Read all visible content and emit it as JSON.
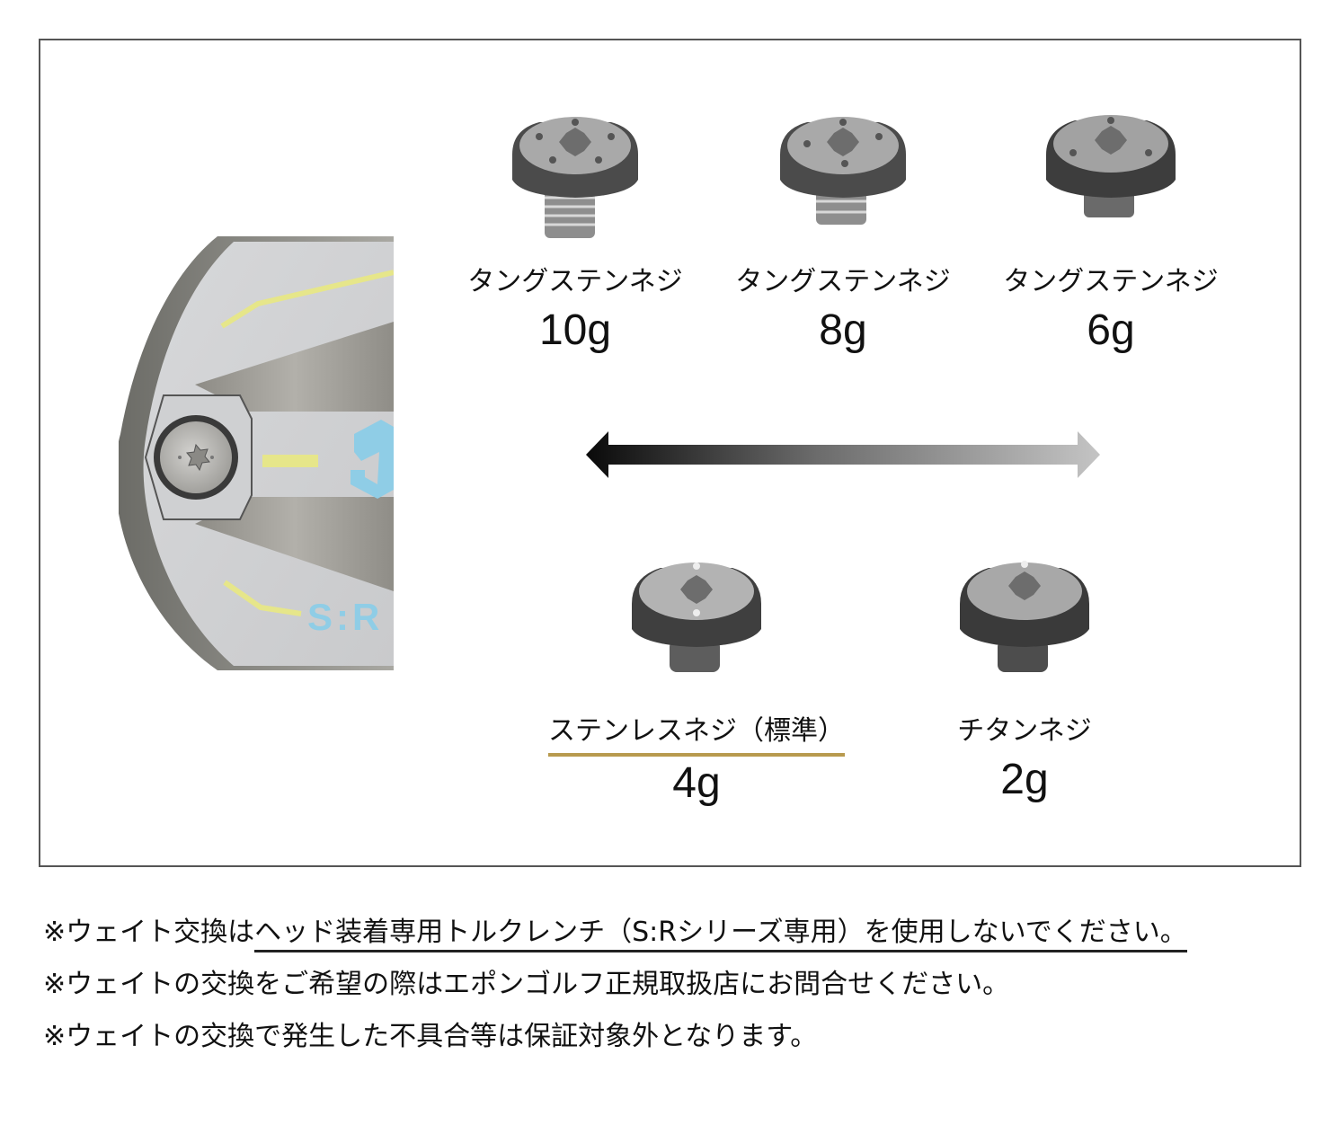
{
  "colors": {
    "frame_border": "#555555",
    "standard_underline": "#b89a4e",
    "note_underline": "#222222",
    "arrow_dark": "#0a0a0a",
    "arrow_light": "#c4c4c4",
    "head_accent_yellow": "#e6e68a",
    "head_accent_blue": "#8fcde6"
  },
  "head_image": {
    "description": "golf club head sole with weight screw port",
    "logo_fragment": "S:R",
    "icon": "golf-head-image"
  },
  "heavy_row": [
    {
      "name": "タングステンネジ",
      "weight": "10g",
      "icon": "tungsten-screw-10g-image"
    },
    {
      "name": "タングステンネジ",
      "weight": "8g",
      "icon": "tungsten-screw-8g-image"
    },
    {
      "name": "タングステンネジ",
      "weight": "6g",
      "icon": "tungsten-screw-6g-image"
    }
  ],
  "arrow": {
    "icon": "double-headed-gradient-arrow"
  },
  "light_row": [
    {
      "name": "ステンレスネジ（標準）",
      "weight": "4g",
      "standard": true,
      "icon": "stainless-screw-4g-image"
    },
    {
      "name": "チタンネジ",
      "weight": "2g",
      "standard": false,
      "icon": "titanium-screw-2g-image"
    }
  ],
  "notes": [
    {
      "prefix": "※ウェイト交換は",
      "underlined": "ヘッド装着専用トルクレンチ（S:Rシリーズ専用）を使用しないでください。",
      "suffix": ""
    },
    {
      "prefix": "※ウェイトの交換をご希望の際はエポンゴルフ正規取扱店にお問合せください。",
      "underlined": "",
      "suffix": ""
    },
    {
      "prefix": "※ウェイトの交換で発生した不具合等は保証対象外となります。",
      "underlined": "",
      "suffix": ""
    }
  ]
}
